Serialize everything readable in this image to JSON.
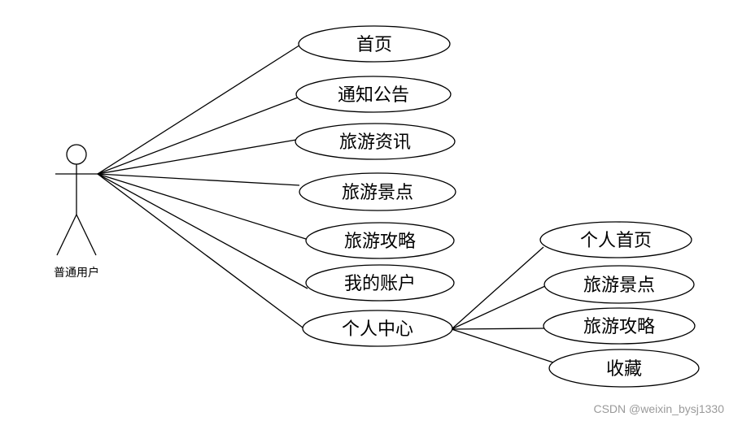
{
  "actor": {
    "label": "普通用户"
  },
  "use_cases": {
    "home": "首页",
    "notice": "通知公告",
    "travel_news": "旅游资讯",
    "travel_spots": "旅游景点",
    "travel_guides": "旅游攻略",
    "my_account": "我的账户",
    "personal_center": "个人中心"
  },
  "personal_center_children": {
    "personal_home": "个人首页",
    "travel_spots": "旅游景点",
    "travel_guides": "旅游攻略",
    "favorites": "收藏"
  },
  "watermark": "CSDN @weixin_bysj1330",
  "colors": {
    "stroke": "#000000",
    "background": "#ffffff",
    "watermark": "#9a9a9a"
  }
}
